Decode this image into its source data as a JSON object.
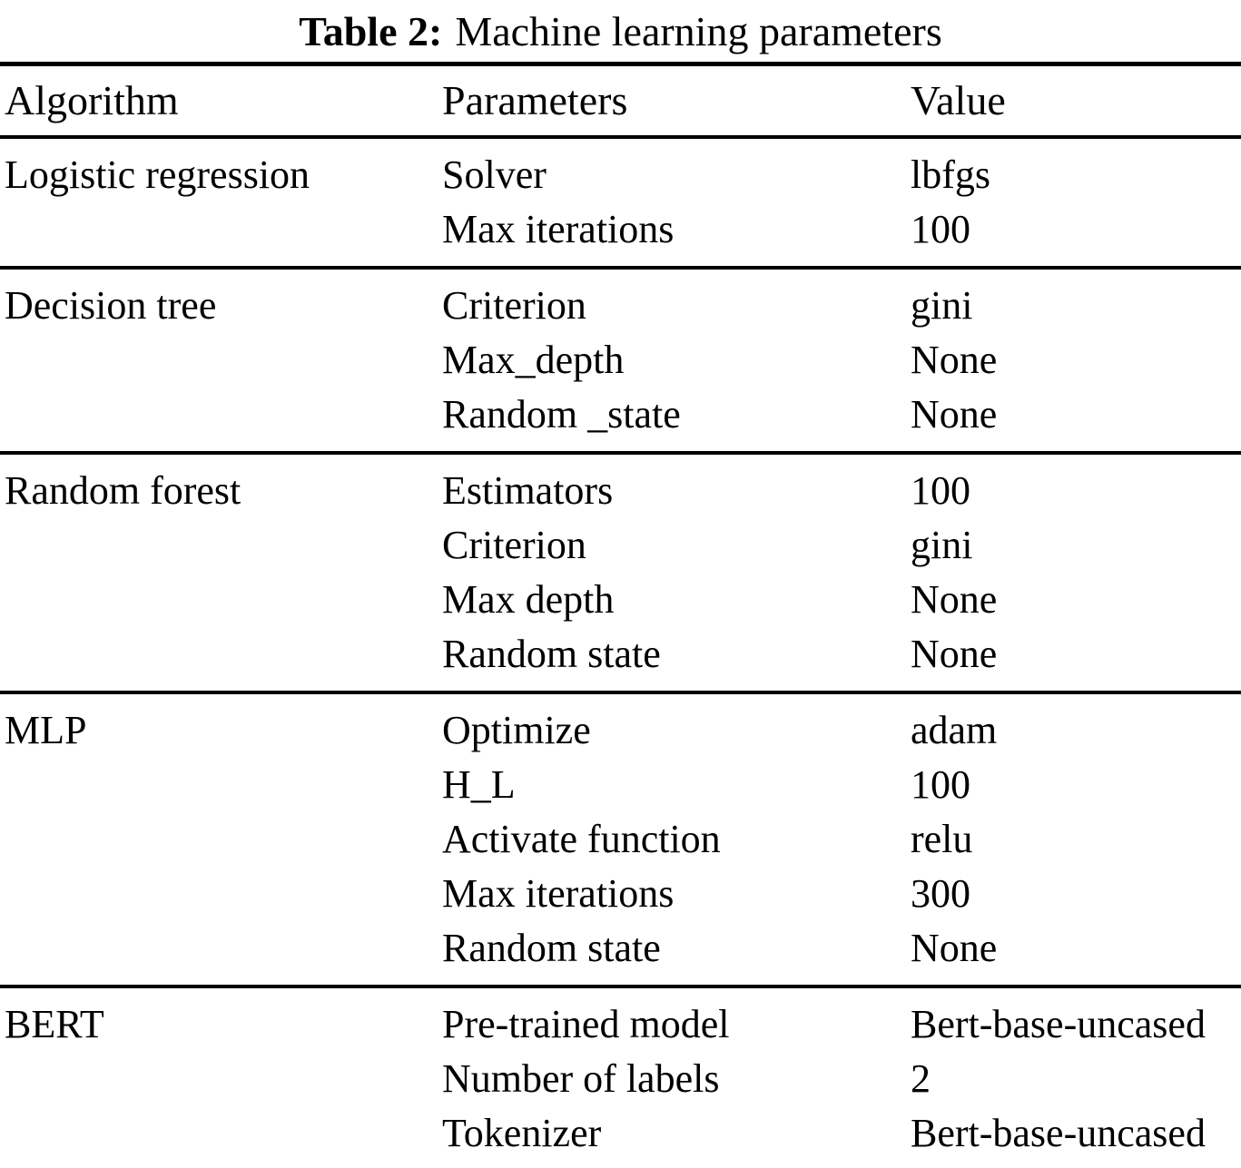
{
  "title": {
    "label": "Table 2:",
    "caption": "Machine learning parameters"
  },
  "table": {
    "columns": [
      "Algorithm",
      "Parameters",
      "Value"
    ],
    "groups": [
      {
        "algorithm": "Logistic regression",
        "rows": [
          {
            "parameter": "Solver",
            "value": "lbfgs"
          },
          {
            "parameter": "Max iterations",
            "value": "100"
          }
        ]
      },
      {
        "algorithm": "Decision tree",
        "rows": [
          {
            "parameter": "Criterion",
            "value": "gini"
          },
          {
            "parameter": "Max_depth",
            "value": "None"
          },
          {
            "parameter": "Random _state",
            "value": "None"
          }
        ]
      },
      {
        "algorithm": "Random forest",
        "rows": [
          {
            "parameter": "Estimators",
            "value": "100"
          },
          {
            "parameter": "Criterion",
            "value": "gini"
          },
          {
            "parameter": "Max depth",
            "value": "None"
          },
          {
            "parameter": "Random state",
            "value": "None"
          }
        ]
      },
      {
        "algorithm": "MLP",
        "rows": [
          {
            "parameter": "Optimize",
            "value": "adam"
          },
          {
            "parameter": "H_L",
            "value": "100"
          },
          {
            "parameter": "Activate function",
            "value": "relu"
          },
          {
            "parameter": "Max iterations",
            "value": "300"
          },
          {
            "parameter": "Random state",
            "value": "None"
          }
        ]
      },
      {
        "algorithm": "BERT",
        "rows": [
          {
            "parameter": "Pre-trained model",
            "value": "Bert-base-uncased"
          },
          {
            "parameter": "Number of labels",
            "value": "2"
          },
          {
            "parameter": "Tokenizer",
            "value": "Bert-base-uncased"
          }
        ]
      }
    ]
  },
  "colors": {
    "background": "#ffffff",
    "text": "#000000",
    "rule": "#000000"
  }
}
